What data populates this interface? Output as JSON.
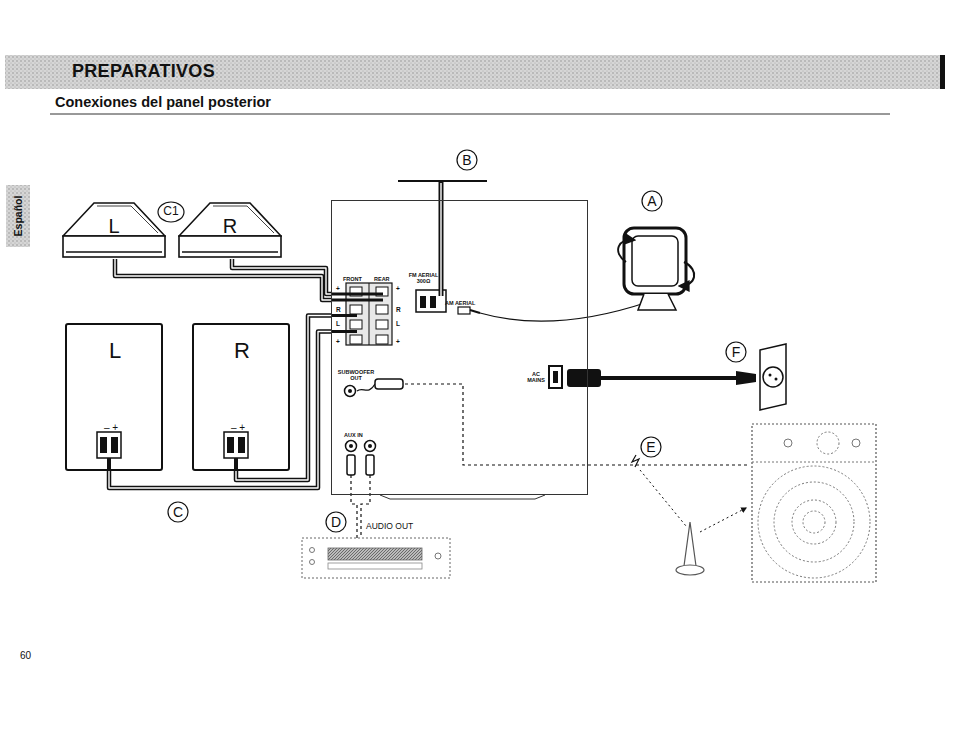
{
  "diagram": {
    "title": "PREPARATIVOS",
    "nodes": [
      {
        "text": [
          "L"
        ]
      },
      {
        "text": [
          "R"
        ]
      },
      {
        "text": [
          "L",
          "– +"
        ]
      },
      {
        "text": [
          "R",
          "– +"
        ]
      },
      {
        "text": [
          "FM AERIAL 300Ω",
          "AM AERIAL",
          "FRONT",
          "REAR",
          "+",
          "R",
          "L",
          "+",
          "+",
          "R",
          "L",
          "+",
          "SUBWOOFER OUT",
          "AC MAINS",
          "AUX IN"
        ]
      }
    ],
    "edges": [
      {
        "from": 0,
        "to": 4,
        "arrow": "none"
      },
      {
        "from": 1,
        "to": 4,
        "arrow": "none"
      },
      {
        "from": 2,
        "to": 4,
        "arrow": "none"
      },
      {
        "from": 3,
        "to": 4,
        "arrow": "none"
      }
    ],
    "labels": [
      "Conexiones del panel posterior",
      "Español",
      "B",
      "C1",
      "A",
      "F",
      "E",
      "C",
      "D",
      "AUDIO OUT",
      "60"
    ]
  }
}
